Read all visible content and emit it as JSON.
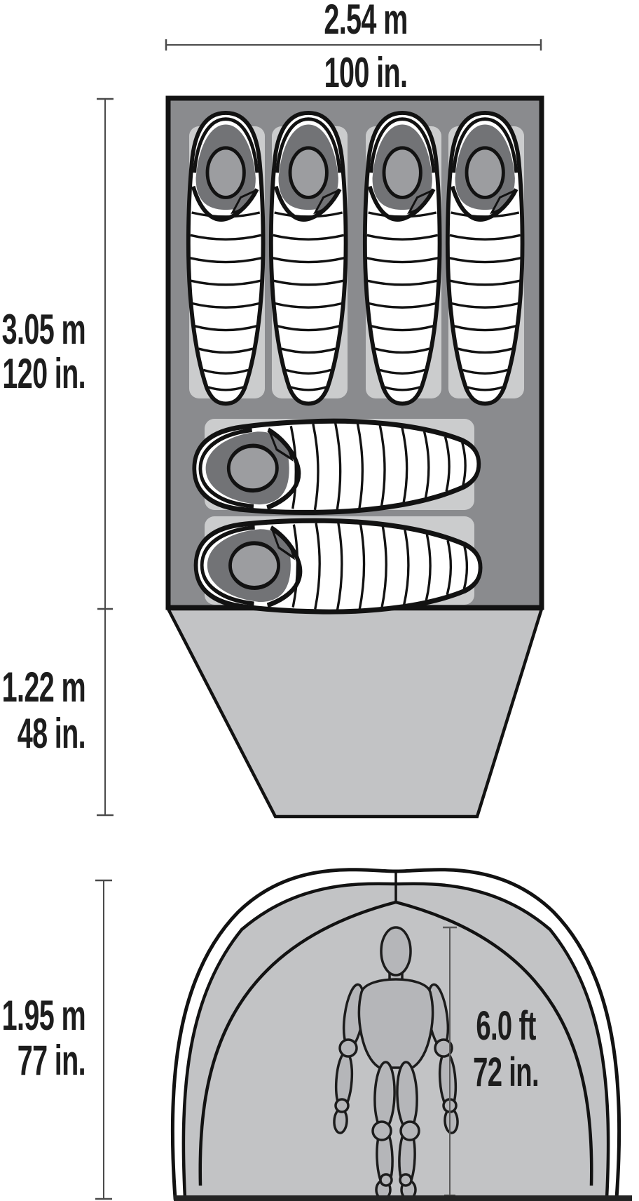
{
  "floor_plan": {
    "width": {
      "metric": "2.54 m",
      "imperial": "100 in."
    },
    "length": {
      "metric": "3.05 m",
      "imperial": "120 in."
    },
    "vestibule_depth": {
      "metric": "1.22 m",
      "imperial": "48 in."
    },
    "sleeping_bags": {
      "vertical_count": 4,
      "horizontal_count": 2,
      "pad_count": 6
    }
  },
  "cross_section": {
    "peak_height": {
      "metric": "1.95 m",
      "imperial": "77 in."
    },
    "interior_clearance": {
      "feet": "6.0 ft",
      "inches": "72 in."
    }
  },
  "colors": {
    "floor_gray": "#8a8b8e",
    "pad_gray": "#cbcccd",
    "canopy_gray": "#c2c3c5",
    "head_gray": "#9c9da0",
    "hood_dark_gray": "#727376",
    "mannequin_gray": "#b5b6b9",
    "outline_black": "#121212"
  }
}
